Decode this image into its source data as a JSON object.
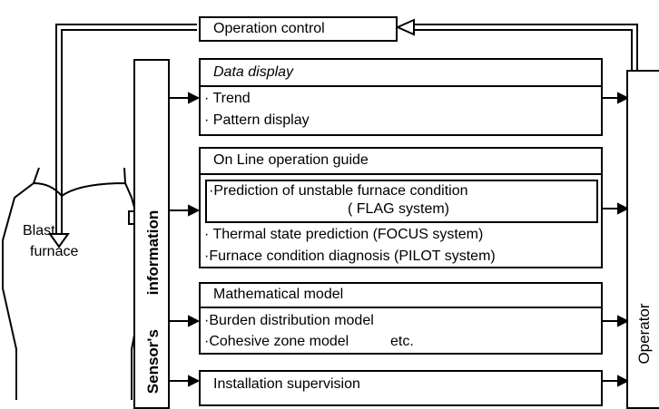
{
  "operation_control": "Operation control",
  "blast_furnace": {
    "line1": "Blast",
    "line2": "furnace"
  },
  "sensors": {
    "word1": "Sensor's",
    "word2": "information"
  },
  "operator": "Operator",
  "groups": {
    "data_display": {
      "title": "Data display",
      "items": [
        "· Trend",
        "· Pattern display"
      ]
    },
    "online_guide": {
      "title": "On Line operation guide",
      "flag_line1": "·Prediction of unstable furnace condition",
      "flag_line2": "( FLAG system)",
      "items": [
        "· Thermal state prediction (FOCUS system)",
        "·Furnace condition diagnosis (PILOT system)"
      ]
    },
    "math_model": {
      "title": "Mathematical model",
      "items": [
        "·Burden distribution model",
        "·Cohesive zone model",
        "etc."
      ]
    },
    "installation": {
      "title": "Installation supervision"
    }
  }
}
